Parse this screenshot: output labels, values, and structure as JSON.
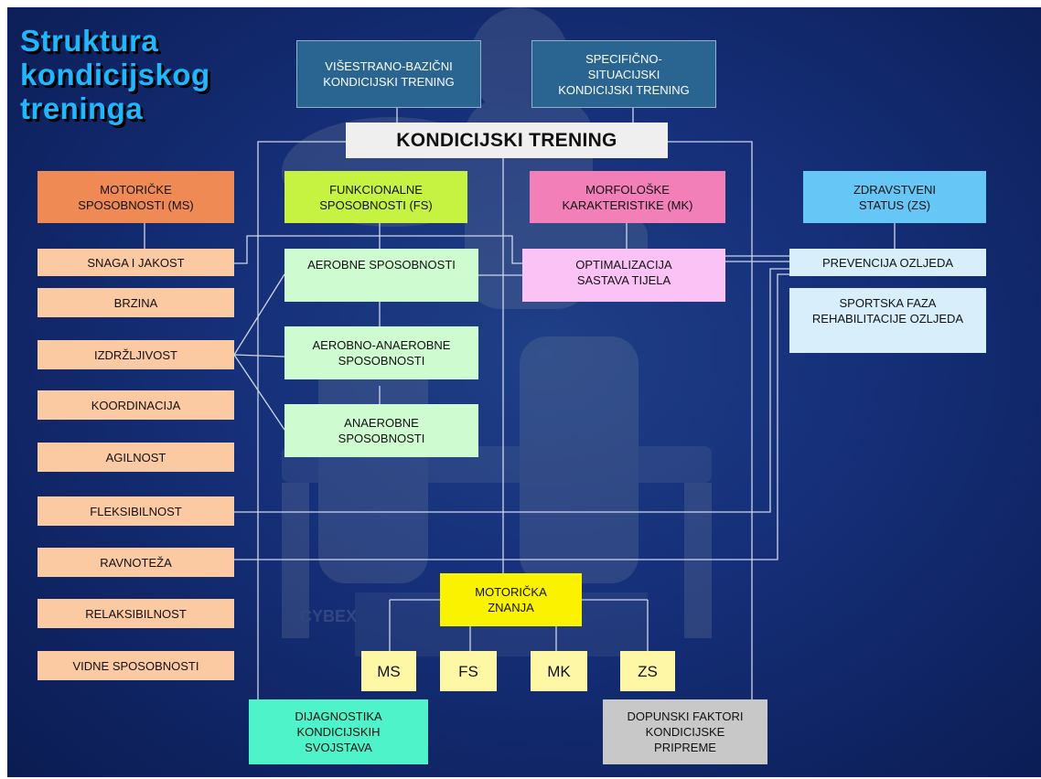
{
  "title": "Struktura\nkondicijskog\ntreninga",
  "top_boxes": {
    "basic": "VIŠESTRANO-BAZIČNI\nKONDICIJSKI TRENING",
    "specific": "SPECIFIČNO-\nSITUACIJSKI\nKONDICIJSKI TRENING"
  },
  "main": "KONDICIJSKI TRENING",
  "categories": {
    "ms": "MOTORIČKE\nSPOSOBNOSTI   (MS)",
    "fs": "FUNKCIONALNE\nSPOSOBNOSTI  (FS)",
    "mk": "MORFOLOŠKE\nKARAKTERISTIKE  (MK)",
    "zs": "ZDRAVSTVENI\nSTATUS  (ZS)"
  },
  "ms_items": [
    "SNAGA  I JAKOST",
    "BRZINA",
    "IZDRŽLJIVOST",
    "KOORDINACIJA",
    "AGILNOST",
    "FLEKSIBILNOST",
    "RAVNOTEŽA",
    "RELAKSIBILNOST",
    "VIDNE  SPOSOBNOSTI"
  ],
  "fs_items": [
    "AEROBNE SPOSOBNOSTI",
    "AEROBNO-ANAEROBNE\nSPOSOBNOSTI",
    "ANAEROBNE\nSPOSOBNOSTI"
  ],
  "mk_items": [
    "OPTIMALIZACIJA\nSASTAVA TIJELA"
  ],
  "zs_items": [
    "PREVENCIJA OZLJEDA",
    "SPORTSKA FAZA\nREHABILITACIJE OZLJEDA"
  ],
  "motoricka_znanja": "MOTORIČKA\nZNANJA",
  "small_boxes": [
    "MS",
    "FS",
    "MK",
    "ZS"
  ],
  "bottom": {
    "diagnostics": "DIJAGNOSTIKA\nKONDICIJSKIH\nSVOJSTAVA",
    "supplementary": "DOPUNSKI FAKTORI\nKONDICIJSKE\nPRIPREME"
  },
  "watermark": "CYBEX"
}
